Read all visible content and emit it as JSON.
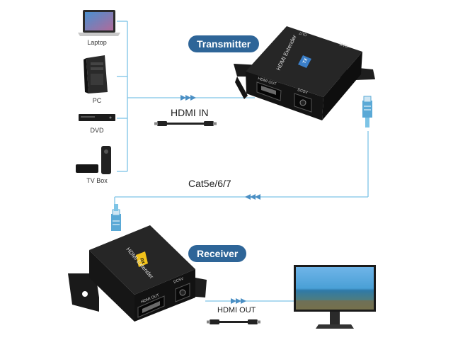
{
  "colors": {
    "accent": "#2e6598",
    "line": "#7dc4e6",
    "arrow": "#4a8fc4",
    "device": "#1b1b1b"
  },
  "sources": [
    {
      "label": "Laptop",
      "icon": "laptop-icon"
    },
    {
      "label": "PC",
      "icon": "pc-tower-icon"
    },
    {
      "label": "DVD",
      "icon": "dvd-player-icon"
    },
    {
      "label": "TV Box",
      "icon": "tv-box-icon"
    }
  ],
  "labels": {
    "transmitter": "Transmitter",
    "receiver": "Receiver",
    "hdmi_in": "HDMI IN",
    "cat": "Cat5e/6/7",
    "hdmi_out": "HDMI OUT"
  },
  "transmitter_device": {
    "brand_text": "HDMI Extender",
    "badge": "TX",
    "port_hdmi": "HDMI OUT",
    "port_power": "DC5V",
    "port_rear_left": "OUT",
    "port_rear_right": "RJ45"
  },
  "receiver_device": {
    "brand_text": "HDMI Extender",
    "badge": "RX",
    "port_hdmi": "HDMI OUT",
    "port_power": "DC5V"
  }
}
